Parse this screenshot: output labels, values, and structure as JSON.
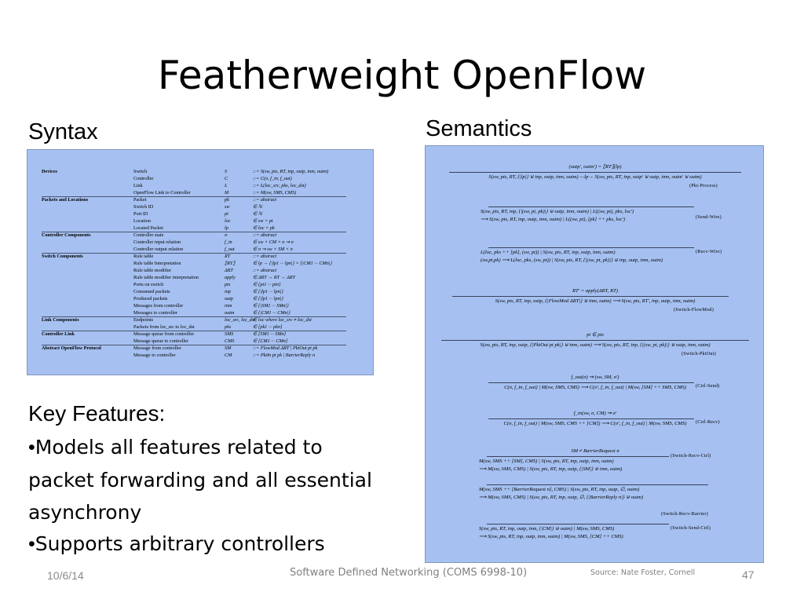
{
  "slide": {
    "title": "Featherweight OpenFlow",
    "syntax_heading": "Syntax",
    "semantics_heading": "Semantics"
  },
  "syntax_table": {
    "rows": [
      {
        "group": "Devices",
        "name": "Switch",
        "symbol": "S",
        "def": "::= S(sw, pts, RT, inp, outp, inm, outm)"
      },
      {
        "group": "",
        "name": "Controller",
        "symbol": "C",
        "def": "::= C(σ, f_in, f_out)"
      },
      {
        "group": "",
        "name": "Link",
        "symbol": "L",
        "def": "::= L(loc_src, pks, loc_dst)"
      },
      {
        "group": "",
        "name": "OpenFlow Link to Controller",
        "symbol": "M",
        "def": "::= M(sw, SMS, CMS)"
      },
      {
        "group": "Packets and Locations",
        "name": "Packet",
        "symbol": "pk",
        "def": "::= abstract"
      },
      {
        "group": "",
        "name": "Switch ID",
        "symbol": "sw",
        "def": "∈ ℕ"
      },
      {
        "group": "",
        "name": "Port ID",
        "symbol": "pt",
        "def": "∈ ℕ"
      },
      {
        "group": "",
        "name": "Location",
        "symbol": "loc",
        "def": "∈ sw × pt"
      },
      {
        "group": "",
        "name": "Located Packet",
        "symbol": "lp",
        "def": "∈ loc × pk"
      },
      {
        "group": "Controller Components",
        "name": "Controller state",
        "symbol": "σ",
        "def": "::= abstract"
      },
      {
        "group": "",
        "name": "Controller input relation",
        "symbol": "f_in",
        "def": "∈ sw × CM × σ ⇝ σ"
      },
      {
        "group": "",
        "name": "Controller output relation",
        "symbol": "f_out",
        "def": "∈ σ ⇝ sw × SM × σ"
      },
      {
        "group": "Switch Components",
        "name": "Rule table",
        "symbol": "RT",
        "def": "::= abstract"
      },
      {
        "group": "",
        "name": "Rule table Interpretation",
        "symbol": "⟦RT⟧",
        "def": "∈ lp → {|lp1 ··· lpn|} × {|CM1 ··· CMn|}"
      },
      {
        "group": "",
        "name": "Rule table modifier",
        "symbol": "ΔRT",
        "def": "::= abstract"
      },
      {
        "group": "",
        "name": "Rule table modifier interpretation",
        "symbol": "apply",
        "def": "∈ ΔRT → RT → ΔRT"
      },
      {
        "group": "",
        "name": "Ports on switch",
        "symbol": "pts",
        "def": "∈ {pt1 ··· ptn}"
      },
      {
        "group": "",
        "name": "Consumed packets",
        "symbol": "inp",
        "def": "∈ {|lp1 ··· lpn|}"
      },
      {
        "group": "",
        "name": "Produced packets",
        "symbol": "outp",
        "def": "∈ {|lp1 ··· lpn|}"
      },
      {
        "group": "",
        "name": "Messages from controller",
        "symbol": "inm",
        "def": "∈ {|SM1 ··· SMn|}"
      },
      {
        "group": "",
        "name": "Messages to controller",
        "symbol": "outm",
        "def": "∈ {|CM1 ··· CMn|}"
      },
      {
        "group": "Link Components",
        "name": "Endpoints",
        "symbol": "loc_src, loc_dst",
        "def": "∈ loc where loc_src ≠ loc_dst"
      },
      {
        "group": "",
        "name": "Packets from loc_src to loc_dst",
        "symbol": "pks",
        "def": "∈ [pk1 ··· pkn]"
      },
      {
        "group": "Controller Link",
        "name": "Message queue from controller",
        "symbol": "SMS",
        "def": "∈ [SM1 ··· SMn]"
      },
      {
        "group": "",
        "name": "Message queue to controller",
        "symbol": "CMS",
        "def": "∈ [CM1 ··· CMn]"
      },
      {
        "group": "Abstract OpenFlow Protocol",
        "name": "Message from controller",
        "symbol": "SM",
        "def": "::= FlowMod ΔRT | PktOut pt pk"
      },
      {
        "group": "",
        "name": "Message to controller",
        "symbol": "CM",
        "def": "::= PktIn pt pk | BarrierReply n"
      }
    ]
  },
  "semantics": {
    "rules": [
      {
        "name": "(Pkt-Process)",
        "premise": [
          "(outp′, outm′) = ⟦RT⟧(lp)"
        ],
        "conclusion": [
          "S(sw, pts, RT, {|lp|} ⊎ inp, outp, inm, outm) —lp→ S(sw, pts, RT, inp, outp′ ⊎ outp, inm, outm′ ⊎ outm)"
        ]
      },
      {
        "name": "(Send-Wire)",
        "premise": [],
        "conclusion": [
          "S(sw, pts, RT, inp, {|(sw, pt, pk)|} ⊎ outp, inm, outm) | L((sw, pt), pks, loc′)",
          "⟶ S(sw, pts, RT, inp, outp, inm, outm) | L((sw, pt), [pk] ++ pks, loc′)"
        ]
      },
      {
        "name": "(Recv-Wire)",
        "premise": [],
        "conclusion": [
          "L(loc, pks ++ [pk], (sw, pt)) | S(sw, pts, RT, inp, outp, inm, outm)",
          "(sw,pt,pk) ⟶ L(loc, pks, (sw, pt)) | S(sw, pts, RT, {|(sw, pt, pk)|} ⊎ inp, outp, inm, outm)"
        ]
      },
      {
        "name": "(Switch-FlowMod)",
        "premise": [
          "RT′ = apply(ΔRT, RT)"
        ],
        "conclusion": [
          "S(sw, pts, RT, inp, outp, {|FlowMod ΔRT|} ⊎ inm, outm) ⟶ S(sw, pts, RT′, inp, outp, inm, outm)"
        ]
      },
      {
        "name": "(Switch-PktOut)",
        "premise": [
          "pt ∈ pts"
        ],
        "conclusion": [
          "S(sw, pts, RT, inp, outp, {|PktOut pt pk|} ⊎ inm, outm) ⟶ S(sw, pts, RT, inp, {|(sw, pt, pk)|} ⊎ outp, inm, outm)"
        ]
      },
      {
        "name": "(Ctrl-Send)",
        "premise": [
          "f_out(σ) ⇝ (sw, SM, σ′)"
        ],
        "conclusion": [
          "C(σ, f_in, f_out) | M(sw, SMS, CMS) ⟶ C(σ′, f_in, f_out) | M(sw, [SM] ++ SMS, CMS)"
        ]
      },
      {
        "name": "(Ctrl-Recv)",
        "premise": [
          "f_in(sw, σ, CM) ⇝ σ′"
        ],
        "conclusion": [
          "C(σ, f_in, f_out) | M(sw, SMS, CMS ++ [CM]) ⟶ C(σ′, f_in, f_out) | M(sw, SMS, CMS)"
        ]
      },
      {
        "name": "(Switch-Recv-Ctrl)",
        "premise": [
          "SM ≠ BarrierRequest n"
        ],
        "conclusion": [
          "M(sw, SMS ++ [SM], CMS) | S(sw, pts, RT, inp, outp, inm, outm)",
          "⟶ M(sw, SMS, CMS) | S(sw, pts, RT, inp, outp, {|SM|} ⊎ inm, outm)"
        ]
      },
      {
        "name": "(Switch-Recv-Barrier)",
        "premise": [],
        "conclusion": [
          "M(sw, SMS ++ [BarrierRequest n], CMS) | S(sw, pts, RT, inp, outp, ∅, outm)",
          "⟶ M(sw, SMS, CMS) | S(sw, pts, RT, inp, outp, ∅, {|BarrierReply n|} ⊎ outm)"
        ]
      },
      {
        "name": "(Switch-Send-Ctrl)",
        "premise": [],
        "conclusion": [
          "S(sw, pts, RT, inp, outp, inm, {|CM|} ⊎ outm) | M(sw, SMS, CMS)",
          "⟶ S(sw, pts, RT, inp, outp, inm, outm) | M(sw, SMS, [CM] ++ CMS)"
        ]
      }
    ]
  },
  "features": {
    "heading": "Key Features:",
    "bullet_glyph": "•",
    "items": [
      "Models all features related to packet forwarding and all essential asynchrony",
      "Supports arbitrary controllers"
    ]
  },
  "footer": {
    "date": "10/6/14",
    "course": "Software Defined Networking (COMS 6998-10)",
    "source": "Source: Nate Foster, Cornell",
    "page": "47"
  },
  "colors": {
    "panel_background": "#a6c1f1",
    "footer_text": "#808080"
  }
}
